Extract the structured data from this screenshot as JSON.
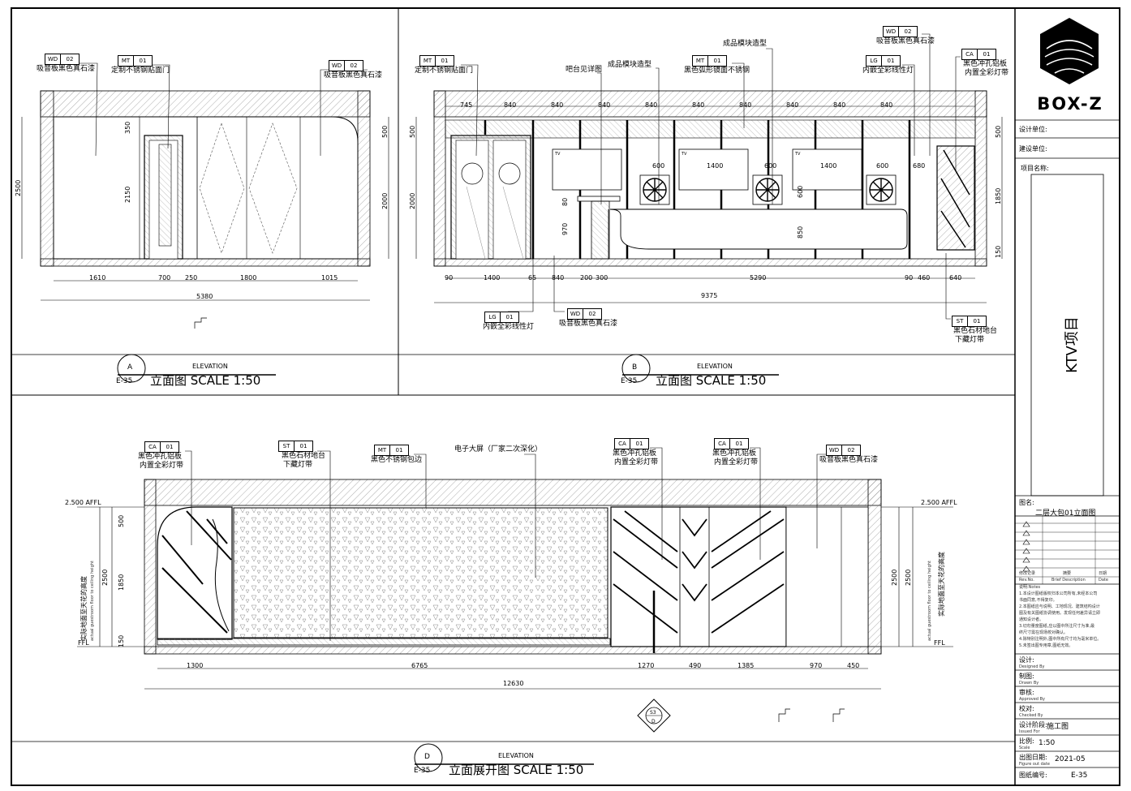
{
  "sheet": {
    "brand": "BOX-Z",
    "project_name": "KTV项目",
    "drawing_name": "二层大包01立面图",
    "design_stage": "施工图",
    "scale": "1:50",
    "date": "2021-05",
    "sheet_no": "E-35"
  },
  "title_block": {
    "design_unit": "设计单位:",
    "build_unit": "建设单位:",
    "project_label": "项目名称:",
    "drawing_label": "图名:",
    "rev_headers": [
      "修改记录",
      "摘要",
      "日期"
    ],
    "rev_headers_en": [
      "Rev.No.",
      "Brief Description",
      "Date"
    ],
    "notes_title": "说明:Notes",
    "notes": [
      "1.本设计图纸版权归本公司所有,未经本公司",
      "书面同意,不得复印。",
      "2.本图纸应与说明、工地现况、建筑结构设计",
      "图及有关图纸协调使用。发现任何差异请立即",
      "通知设计者。",
      "3.切勿量度图纸,应以图中所注尺寸为准,最",
      "终尺寸需在现场校对确认。",
      "4.除特别注明外,图中所有尺寸均为毫米单位。",
      "5.未签出图专用章,图纸无效。"
    ],
    "designed": "设计:",
    "designed_en": "Designed By",
    "drawn": "制图:",
    "drawn_en": "Drawn By",
    "approved": "审核:",
    "approved_en": "Approved By",
    "checked": "校对:",
    "checked_en": "Checked By",
    "stage_label": "设计阶段:",
    "stage_en": "Issued For",
    "scale_label": "比例:",
    "scale_en": "Scale",
    "date_label": "出图日期:",
    "date_en": "Figure out date",
    "no_label": "图纸编号:"
  },
  "views": [
    {
      "letter": "A",
      "sheet": "E-35",
      "tag": "ELEVATION",
      "title": "立面图 SCALE 1:50"
    },
    {
      "letter": "B",
      "sheet": "E-35",
      "tag": "ELEVATION",
      "title": "立面图 SCALE 1:50"
    },
    {
      "letter": "D",
      "sheet": "E-35",
      "tag": "ELEVATION",
      "title": "立面展开图 SCALE 1:50"
    }
  ],
  "dims_a": {
    "bottom": [
      "1610",
      "700",
      "250",
      "1800",
      "1015"
    ],
    "total": "5380",
    "left": [
      "2500"
    ],
    "inner": [
      "350",
      "2150"
    ],
    "right": [
      "500",
      "2000"
    ]
  },
  "dims_b": {
    "top": [
      "745",
      "840",
      "840",
      "840",
      "840",
      "840",
      "840",
      "840",
      "840",
      "840"
    ],
    "bottom": [
      "90",
      "1400",
      "65",
      "840",
      "200",
      "300",
      "5290",
      "90",
      "460",
      "640"
    ],
    "total": "9375",
    "left": [
      "500",
      "2000"
    ],
    "right": [
      "500",
      "1850",
      "150"
    ],
    "inner": [
      "600",
      "1400",
      "600",
      "1400",
      "600",
      "680",
      "80",
      "970",
      "600",
      "850"
    ]
  },
  "dims_d": {
    "bottom": [
      "1300",
      "6765",
      "1270",
      "490",
      "1385",
      "970",
      "450"
    ],
    "total": "12630",
    "left": [
      "500",
      "1850",
      "150"
    ],
    "side": [
      "2500"
    ],
    "afl": "2.500 AFFL",
    "ffl": "FFL",
    "side_note_cn": "实际地面至天花的高度",
    "side_note_en": "actual guestroom floor to ceiling height"
  },
  "tags": [
    {
      "code": "WD",
      "num": "02",
      "desc": "吸音板黑色真石漆"
    },
    {
      "code": "MT",
      "num": "01",
      "desc": "定制不锈钢贴面门"
    },
    {
      "code": "WD",
      "num": "02",
      "desc": "吸音板黑色真石漆"
    },
    {
      "code": "MT",
      "num": "01",
      "desc": "定制不锈钢贴面门"
    },
    {
      "code": "MT",
      "num": "01",
      "desc": "黑色弧形镜面不锈钢"
    },
    {
      "code": "WD",
      "num": "02",
      "desc": "吸音板黑色真石漆"
    },
    {
      "code": "LG",
      "num": "01",
      "desc": "内嵌全彩线性灯"
    },
    {
      "code": "CA",
      "num": "01",
      "desc": "黑色冲孔铝板"
    },
    {
      "code": "LG",
      "num": "01",
      "desc": "内嵌全彩线性灯"
    },
    {
      "code": "WD",
      "num": "02",
      "desc": "吸音板黑色真石漆"
    },
    {
      "code": "ST",
      "num": "01",
      "desc": "黑色石材地台"
    },
    {
      "code": "CA",
      "num": "01",
      "desc": "黑色冲孔铝板"
    },
    {
      "code": "ST",
      "num": "01",
      "desc": "黑色石材地台"
    },
    {
      "code": "MT",
      "num": "01",
      "desc": "黑色不锈钢包边"
    },
    {
      "code": "CA",
      "num": "01",
      "desc": "黑色冲孔铝板"
    },
    {
      "code": "CA",
      "num": "01",
      "desc": "黑色冲孔铝板"
    },
    {
      "code": "WD",
      "num": "02",
      "desc": "吸音板黑色真石漆"
    }
  ],
  "tag_desc2": {
    "ca": "内置全彩灯带",
    "st": "下藏灯带"
  },
  "free_labels": {
    "bar": "吧台见详图",
    "module1": "成品模块造型",
    "module2": "成品模块造型",
    "screen": "电子大屏（厂家二次深化）",
    "tv": "TV",
    "section_top": "S3",
    "section_bot": "D"
  }
}
